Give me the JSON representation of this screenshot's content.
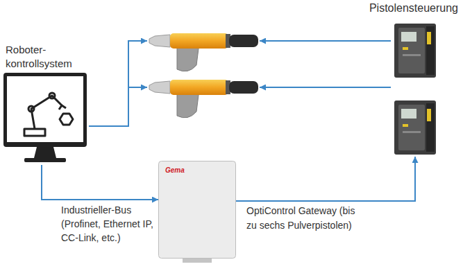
{
  "diagram": {
    "nodes": [
      {
        "text": [
          "Roboter- kontrollsystem"
        ]
      },
      {
        "text": [
          "Pistolensteuerung"
        ]
      },
      {
        "text": [
          "Gema",
          "OptiControl Gateway (bis zu sechs Pulverpistolen)"
        ]
      }
    ],
    "edges": [
      {
        "from": 0,
        "to": 2,
        "arrow": "to",
        "label": "Industrieller-Bus (Profinet, Ethernet IP, CC-Link, etc.)"
      }
    ]
  }
}
